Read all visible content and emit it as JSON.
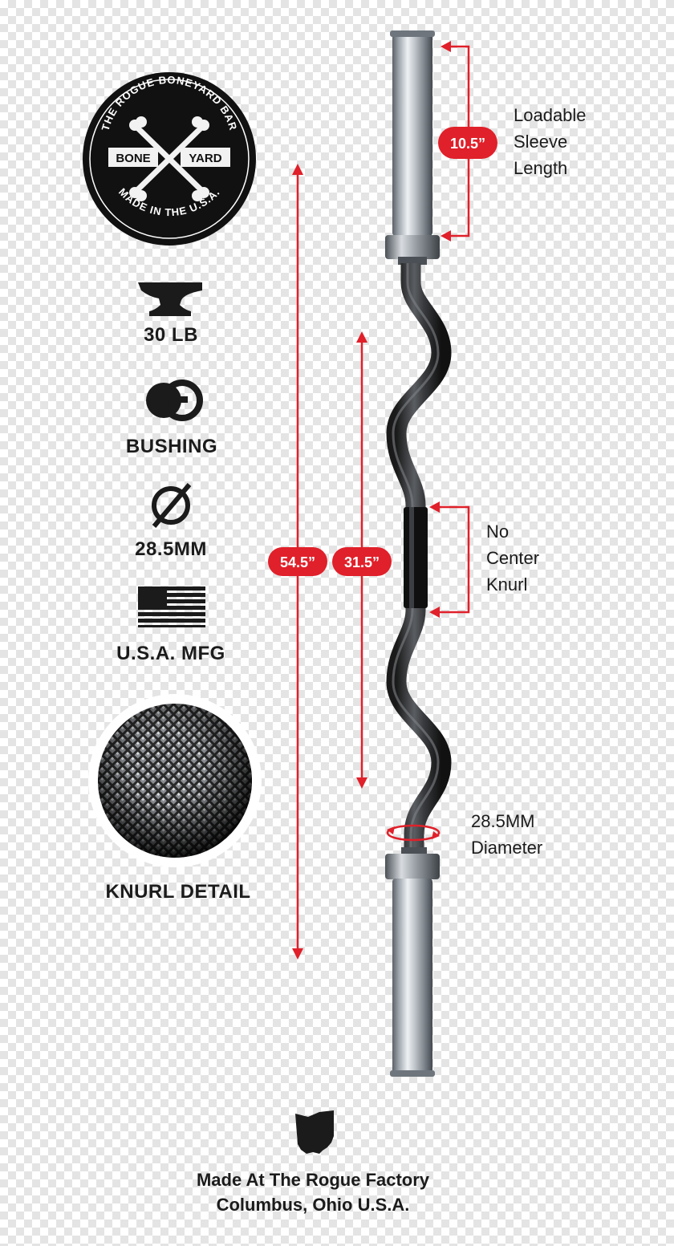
{
  "logo": {
    "top_text": "THE ROGUE BONEYARD BAR",
    "left_tag": "BONE",
    "right_tag": "YARD",
    "bottom_text": "MADE IN THE U.S.A."
  },
  "specs": [
    {
      "icon": "anvil-icon",
      "label": "30 LB"
    },
    {
      "icon": "bushing-icon",
      "label": "BUSHING"
    },
    {
      "icon": "diameter-icon",
      "label": "28.5MM"
    },
    {
      "icon": "usa-flag-icon",
      "label": "U.S.A. MFG"
    }
  ],
  "knurl": {
    "label": "KNURL DETAIL"
  },
  "dimensions": {
    "overall": "54.5”",
    "grip": "31.5”",
    "sleeve": "10.5”"
  },
  "callouts": {
    "sleeve": [
      "Loadable",
      "Sleeve",
      "Length"
    ],
    "center": [
      "No",
      "Center",
      "Knurl"
    ],
    "diameter": [
      "28.5MM",
      "Diameter"
    ]
  },
  "footer": {
    "line1": "Made At The Rogue Factory",
    "line2": "Columbus, Ohio U.S.A."
  },
  "colors": {
    "accent": "#e0202a",
    "dark": "#1b1b1b",
    "chrome": "#b9bec4"
  }
}
